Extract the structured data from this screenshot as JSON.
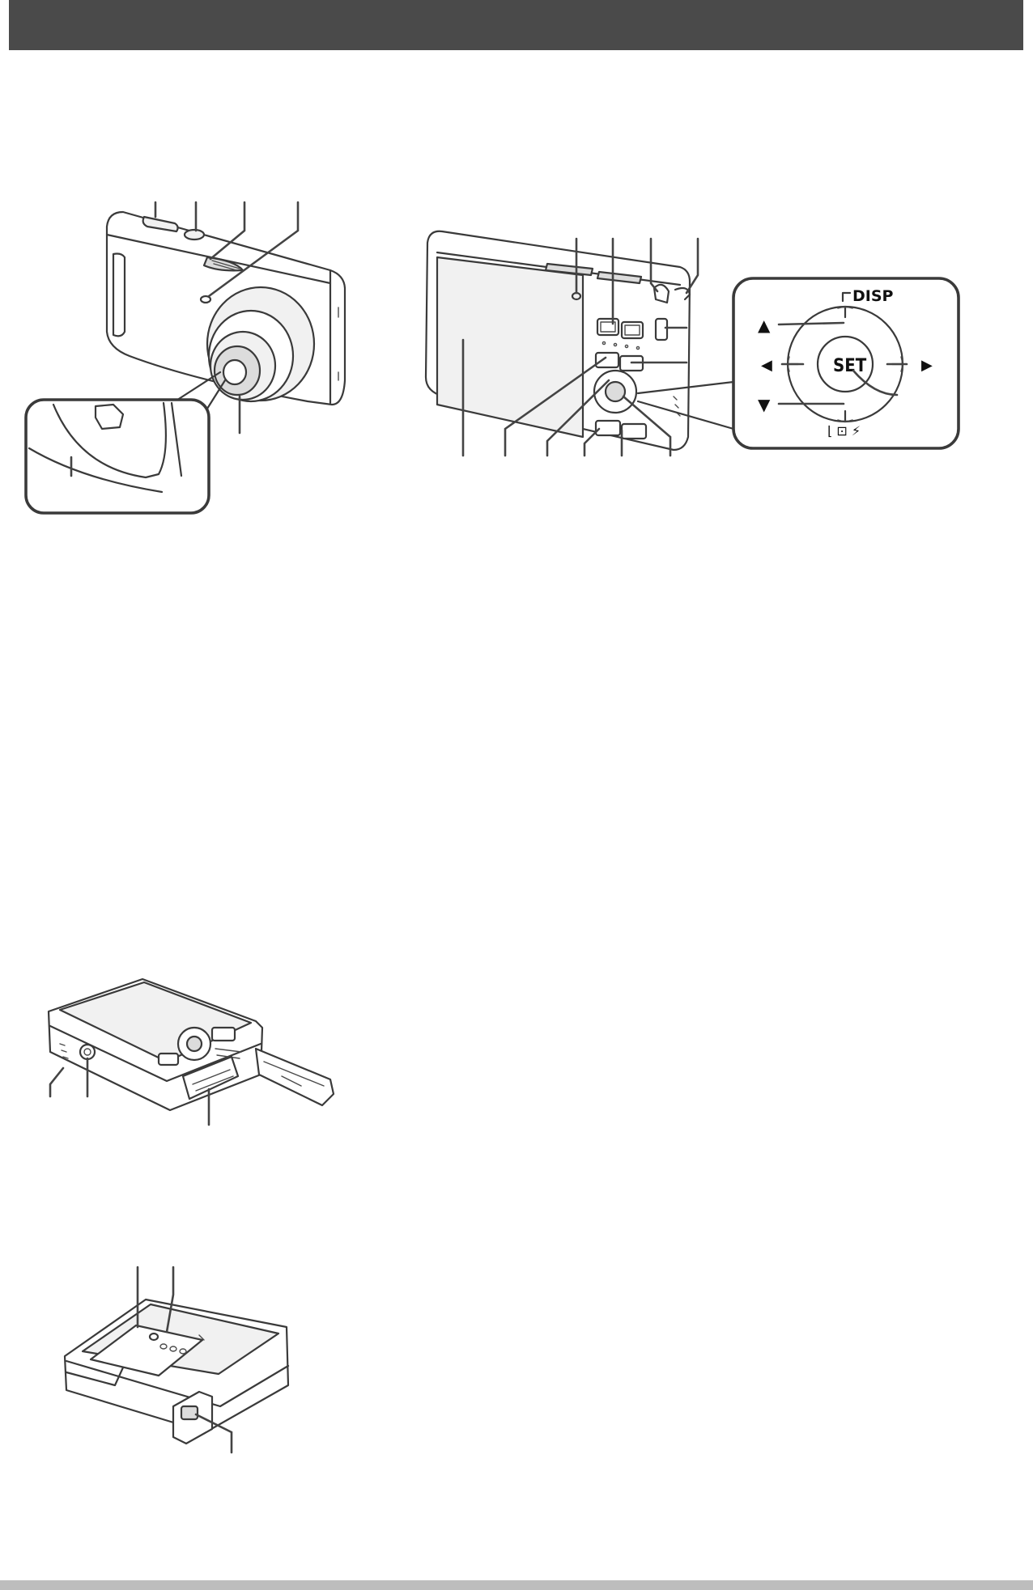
{
  "header": {
    "color": "#4a4a4a"
  },
  "footer": {
    "color": "#bdbdbd"
  },
  "figures": {
    "camera_front": {
      "callout_count": 6
    },
    "camera_back": {
      "callout_count": 14,
      "control_inset": {
        "top_label": "DISP",
        "center_label": "SET",
        "arrow_up": "▲",
        "arrow_down": "▼",
        "arrow_left": "◀",
        "arrow_right": "▶",
        "bottom_symbols": "⌊ ⊡ ⚡"
      }
    },
    "camera_bottom": {
      "callout_count": 3
    },
    "battery_charger": {
      "callout_count": 3
    }
  }
}
